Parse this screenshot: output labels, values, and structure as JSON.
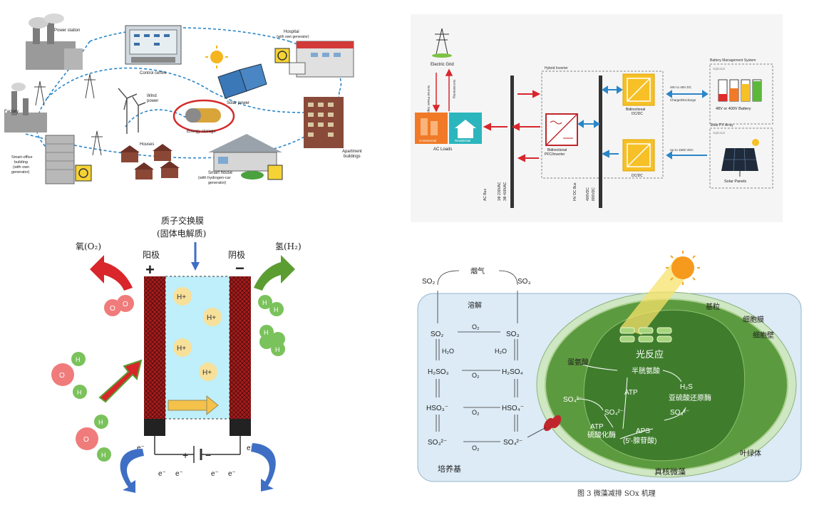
{
  "smart_grid": {
    "power_station": "Power station",
    "control_centre": "Control centre",
    "hospital": "Hospital",
    "hospital_sub": "(with own generator)",
    "factory": "Factory",
    "wind_power": "Wind power",
    "solar_power": "Solar power",
    "energy_storage": "Energy storage",
    "houses": "Houses",
    "apartment": "Apartment buildings",
    "smart_office_1": "Smart-office",
    "smart_office_2": "building",
    "smart_office_3": "(with own",
    "smart_office_4": "generator)",
    "smart_house_1": "Smart house",
    "smart_house_2": "(with hydrogen-car",
    "smart_house_3": "generator)"
  },
  "hybrid": {
    "electric_grid": "Electric Grid",
    "normal_supply": "Normal Power Supply",
    "net_metering": "Net Metering",
    "commercial": "Commercial",
    "residential": "Residential",
    "ac_loads": "AC Loads",
    "hybrid_inverter": "Hybrid Inverter",
    "bidir_dcdc_1": "Bidirectional",
    "bidir_dcdc_2": "DC/DC",
    "bidir_pfc_1": "Bidirectional",
    "bidir_pfc_2": "PFC/Inverter",
    "dcdc": "DC/DC",
    "bms": "Battery Management System",
    "optional_1": "Optional",
    "optional_2": "Optional",
    "battery": "48V or 400V Battery",
    "solar_array": "Solar PV Array",
    "solar_panels": "Solar Panels",
    "charge_range": "48V to 48V DC",
    "charge_label": "Charge/Discharge",
    "pv_range": "Up to 1500 VDC",
    "ac_bus": "AC Bus",
    "ac_v1": "1Φ 230VAC",
    "ac_v2": "3Φ 400VAC",
    "hv_bus": "HV DC Bus",
    "hv_v1": "400VDC",
    "hv_v2": "800VDC"
  },
  "electrolysis": {
    "membrane_1": "质子交换膜",
    "membrane_2": "(固体电解质)",
    "oxygen": "氧(O₂)",
    "hydrogen": "氢(H₂)",
    "anode": "阳极",
    "cathode": "阴极",
    "plus": "+",
    "minus": "−",
    "hplus": "H+",
    "o": "O",
    "h": "H",
    "e": "e⁻"
  },
  "algae": {
    "flue_gas": "烟气",
    "so2": "SO₂",
    "so3": "SO₃",
    "dissolve": "溶解",
    "o2": "O₂",
    "h2o": "H₂O",
    "h2so3": "H₂SO₃",
    "h2so4": "H₂SO₄",
    "hso3": "HSO₃⁻",
    "hso4": "HSO₄⁻",
    "so3_2": "SO₃²⁻",
    "so4_2": "SO₄²⁻",
    "culture": "培养基",
    "grana": "基粒",
    "membrane": "细胞膜",
    "wall": "细胞壁",
    "light": "光反应",
    "methionine": "蛋氨酸",
    "cysteine": "半胱氨酸",
    "atp": "ATP",
    "h2s": "H₂S",
    "sulfite_red": "亚硫酸还原酶",
    "atp_sulf_1": "ATP",
    "atp_sulf_2": "硫酸化酶",
    "aps_1": "APS",
    "aps_2": "(5′-腺苷酸)",
    "chloroplast": "叶绿体",
    "eukaryote": "真核微藻",
    "caption": "图 3   微藻减排 SOx 机理"
  },
  "colors": {
    "grid_blue": "#2a86c8",
    "membrane_blue": "#bfeffa",
    "electrode_red": "#c22a2a",
    "arrow_red": "#d8262a",
    "arrow_green": "#4e9a2c",
    "culture_bg": "#dcebf6",
    "cell_green": "#3f7d2d",
    "dcdc_yellow": "#f6c026"
  }
}
